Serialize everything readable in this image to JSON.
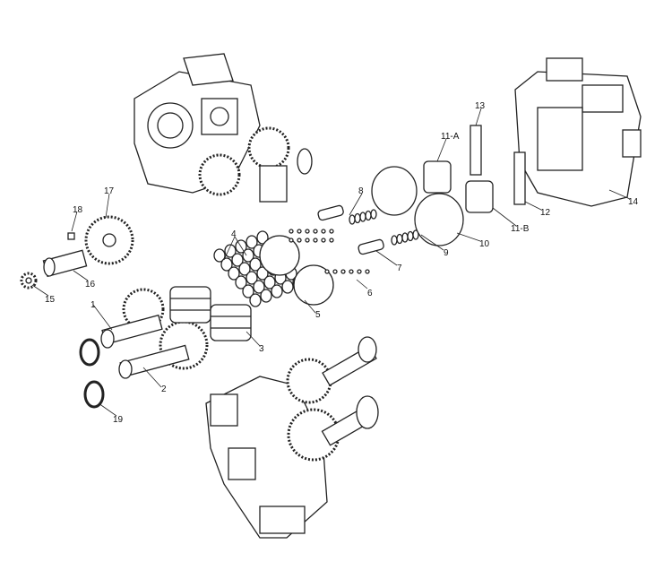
{
  "diagram": {
    "type": "exploded-parts-view",
    "callouts": [
      "1",
      "2",
      "3",
      "4",
      "5",
      "6",
      "7",
      "8",
      "9",
      "10",
      "11-A",
      "11-B",
      "12",
      "13",
      "14",
      "15",
      "16",
      "17",
      "18",
      "19"
    ]
  }
}
